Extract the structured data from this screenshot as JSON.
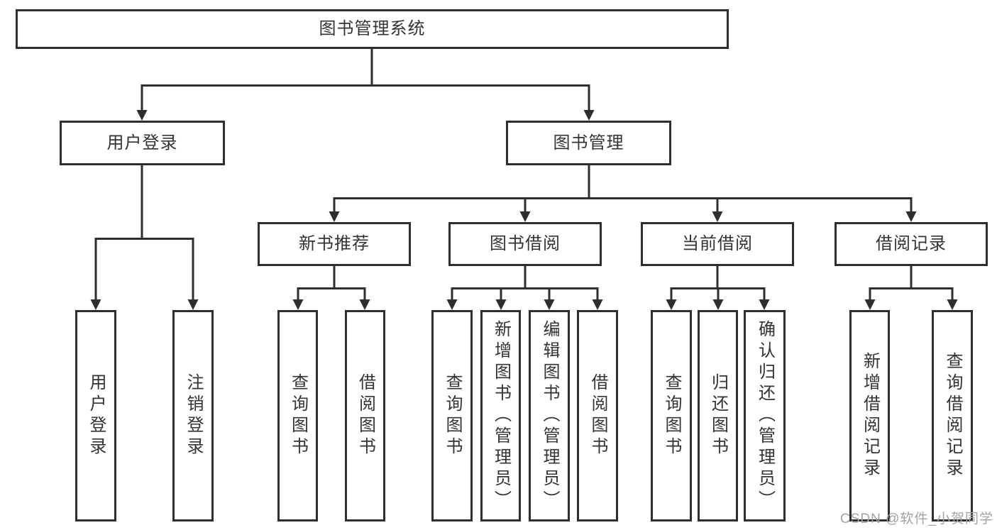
{
  "hierarchy": {
    "label": "图书管理系统",
    "children": [
      {
        "label": "用户登录",
        "children": [
          {
            "label": "用户登录"
          },
          {
            "label": "注销登录"
          }
        ]
      },
      {
        "label": "图书管理",
        "children": [
          {
            "label": "新书推荐",
            "children": [
              {
                "label": "查询图书"
              },
              {
                "label": "借阅图书"
              }
            ]
          },
          {
            "label": "图书借阅",
            "children": [
              {
                "label": "查询图书"
              },
              {
                "label": "新增图书（管理员）"
              },
              {
                "label": "编辑图书（管理员）"
              },
              {
                "label": "借阅图书"
              }
            ]
          },
          {
            "label": "当前借阅",
            "children": [
              {
                "label": "查询图书"
              },
              {
                "label": "归还图书"
              },
              {
                "label": "确认归还（管理员）"
              }
            ]
          },
          {
            "label": "借阅记录",
            "children": [
              {
                "label": "新增借阅记录"
              },
              {
                "label": "查询借阅记录"
              }
            ]
          }
        ]
      }
    ]
  },
  "watermark": "CSDN @软件_小贺同学",
  "theme": {
    "line_color": "#2e2e2e",
    "border_color": "#2e2e2e",
    "text_color": "#333333",
    "box_background": "#ffffff",
    "page_background": "#ffffff",
    "watermark_color": "#a3a3a3"
  }
}
